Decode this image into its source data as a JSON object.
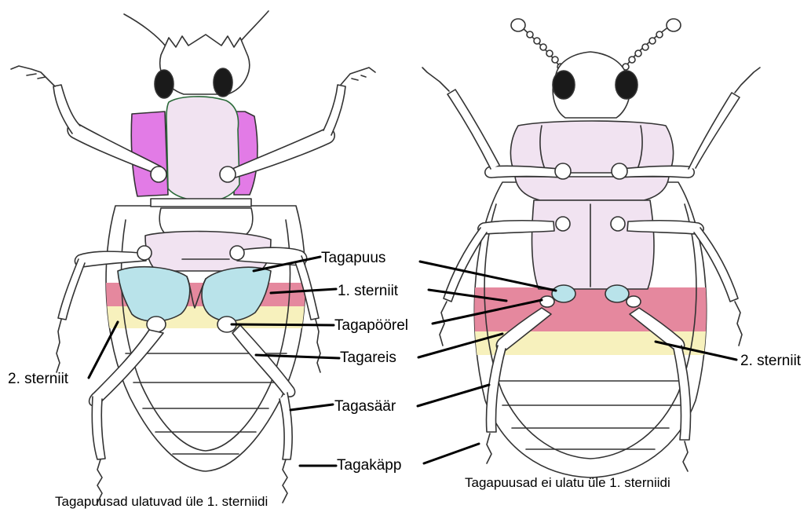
{
  "labels": {
    "tagapuus": "Tagapuus",
    "sterniit1": "1. sterniit",
    "tagapoorel": "Tagapöörel",
    "tagareis": "Tagareis",
    "tagasaar": "Tagasäär",
    "tagakapp": "Tagakäpp",
    "sterniit2_left": "2. sterniit",
    "sterniit2_right": "2. sterniit"
  },
  "captions": {
    "left": "Tagapuusad ulatuvad üle 1. sterniidi",
    "right": "Tagapuusad ei ulatu üle 1. sterniidi"
  },
  "colors": {
    "coxa_blue": "#b9e3ea",
    "sternite1_red": "#e5889e",
    "sternite2_yellow": "#f7f1bd",
    "thorax_lilac": "#f1e3f1",
    "epipleura_magenta": "#e27be6",
    "eye_black": "#1a1a1a",
    "outline": "#333333"
  }
}
